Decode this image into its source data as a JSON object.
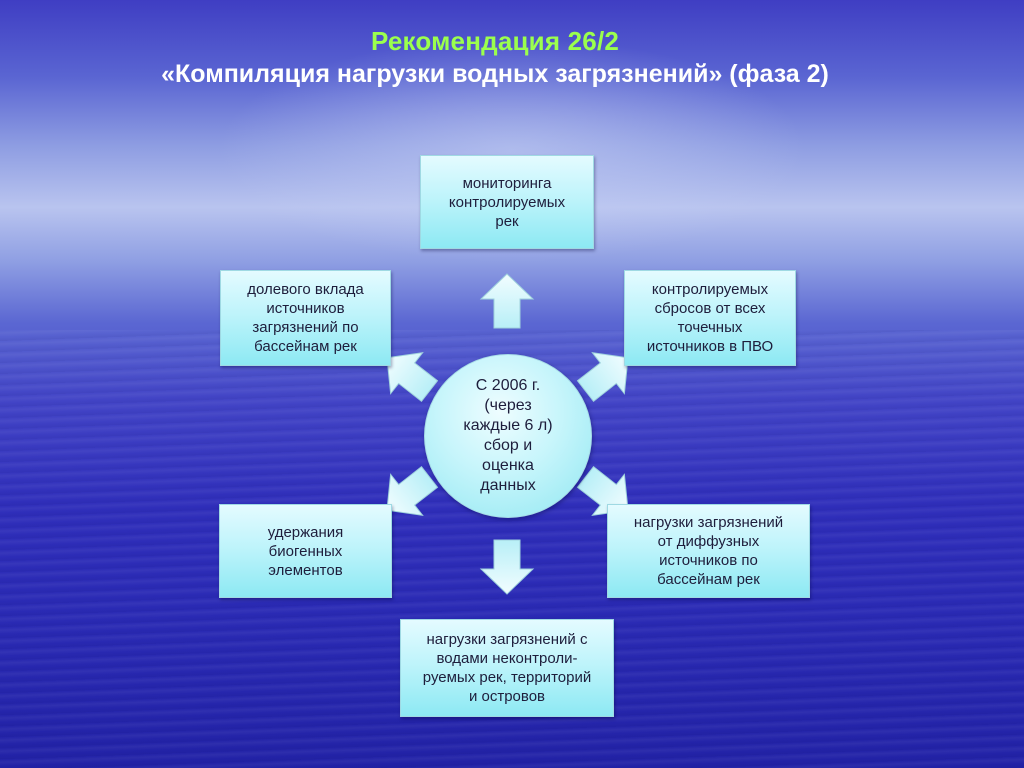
{
  "title": {
    "line1": "Рекомендация 26/2",
    "line2": "«Компиляция нагрузки водных загрязнений» (фаза 2)"
  },
  "colors": {
    "title_accent": "#9bff4d",
    "box_fill": "#bff4fb",
    "arrow_fill": "#d8f8fc"
  },
  "center": {
    "text": "С 2006 г.\n(через\nкаждые 6 л)\nсбор и\nоценка\nданных"
  },
  "nodes": {
    "top": "мониторинга\nконтролируемых\nрек",
    "upper_right": "контролируемых\nсбросов от всех\nточечных\nисточников в ПВО",
    "lower_right": "нагрузки загрязнений\nот диффузных\nисточников по\nбассейнам рек",
    "bottom": "нагрузки загрязнений с\nводами неконтроли-\nруемых рек, территорий\nи островов",
    "lower_left": "удержания\nбиогенных\nэлементов",
    "upper_left": "долевого вклада\nисточников\nзагрязнений по\nбассейнам рек"
  }
}
